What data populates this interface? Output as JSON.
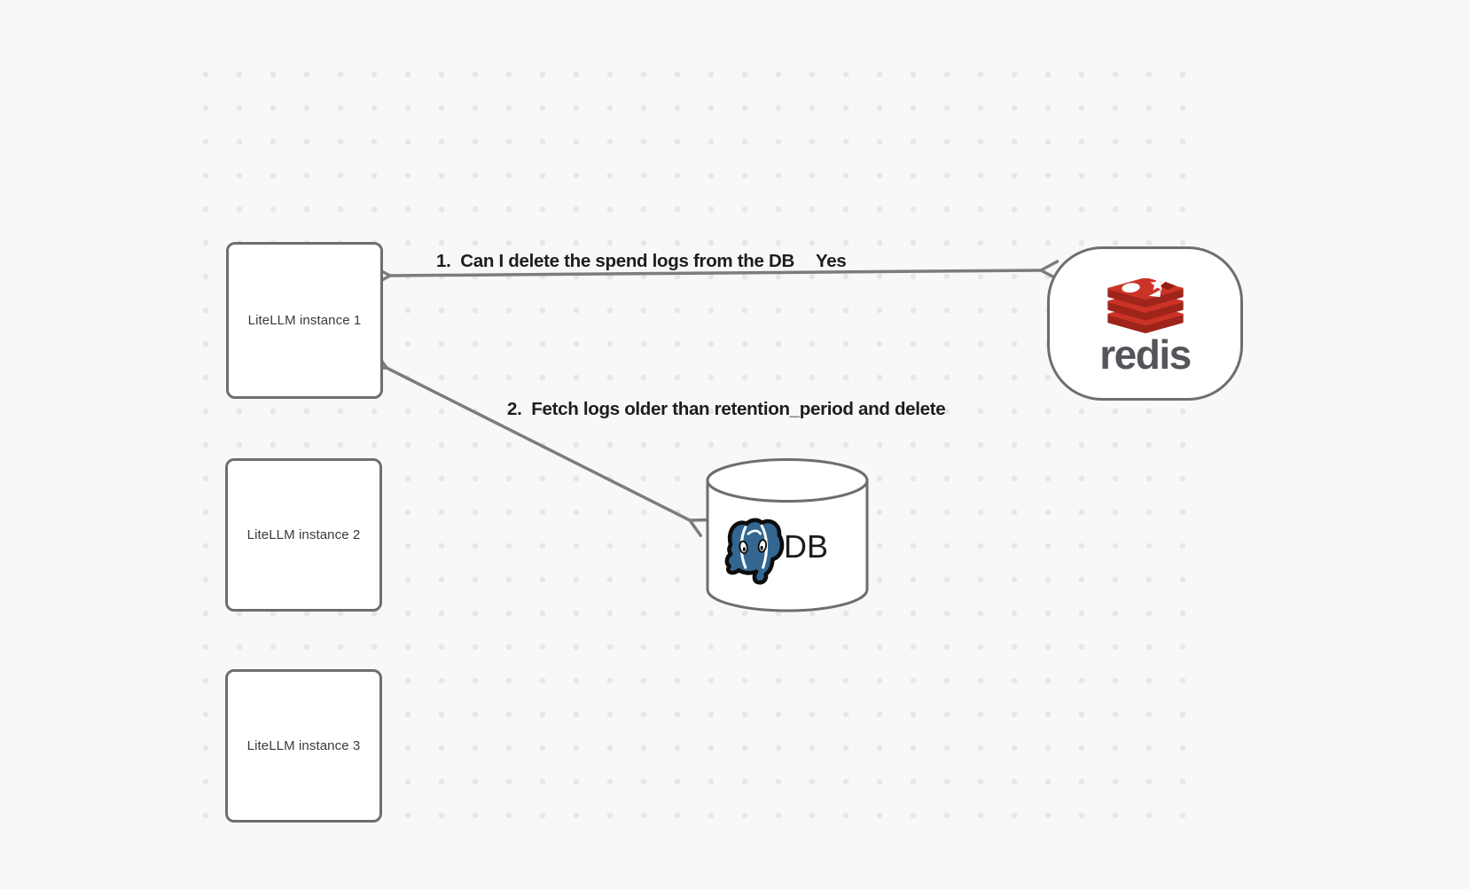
{
  "canvas": {
    "type": "whiteboard-diagram"
  },
  "nodes": {
    "litellm_instances": [
      {
        "label": "LiteLLM instance 1"
      },
      {
        "label": "LiteLLM instance 2"
      },
      {
        "label": "LiteLLM instance 3"
      }
    ],
    "redis": {
      "wordmark": "redis",
      "logo": "redis-stacked-boxes-icon"
    },
    "database": {
      "label": "DB",
      "logo": "postgresql-elephant-icon",
      "shape": "cylinder"
    }
  },
  "edges": [
    {
      "from": "LiteLLM instance 1",
      "to": "redis",
      "style": "double-headed-arrow",
      "label": "1.  Can I delete the spend logs from the DB",
      "response": "Yes"
    },
    {
      "from": "LiteLLM instance 1",
      "to": "DB",
      "style": "double-headed-arrow",
      "label": "2.  Fetch logs older than retention_period and delete"
    }
  ],
  "colors": {
    "canvas_bg": "#f8f8f7",
    "dot_color": "#e7e7e5",
    "shape_border": "#6e6e6e",
    "arrow_gray": "#7c7c7c",
    "redis_red": "#cc3327",
    "redis_red_dark": "#9f241a",
    "redis_text_gray": "#54555a",
    "postgres_blue": "#336791",
    "text_dark": "#1d1d1d"
  }
}
